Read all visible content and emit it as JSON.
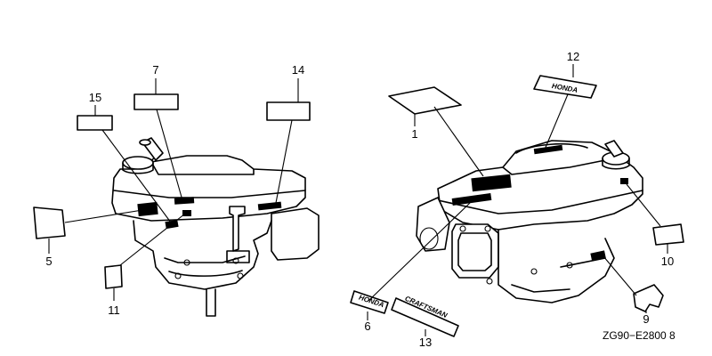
{
  "callouts": {
    "c1": "1",
    "c5": "5",
    "c6": "6",
    "c7": "7",
    "c9": "9",
    "c10": "10",
    "c11": "11",
    "c12": "12",
    "c13": "13",
    "c14": "14",
    "c15": "15"
  },
  "labels": {
    "honda": "HONDA",
    "craftsman": "CRAFTSMAN"
  },
  "drawing_code": "ZG90−E2800 8"
}
